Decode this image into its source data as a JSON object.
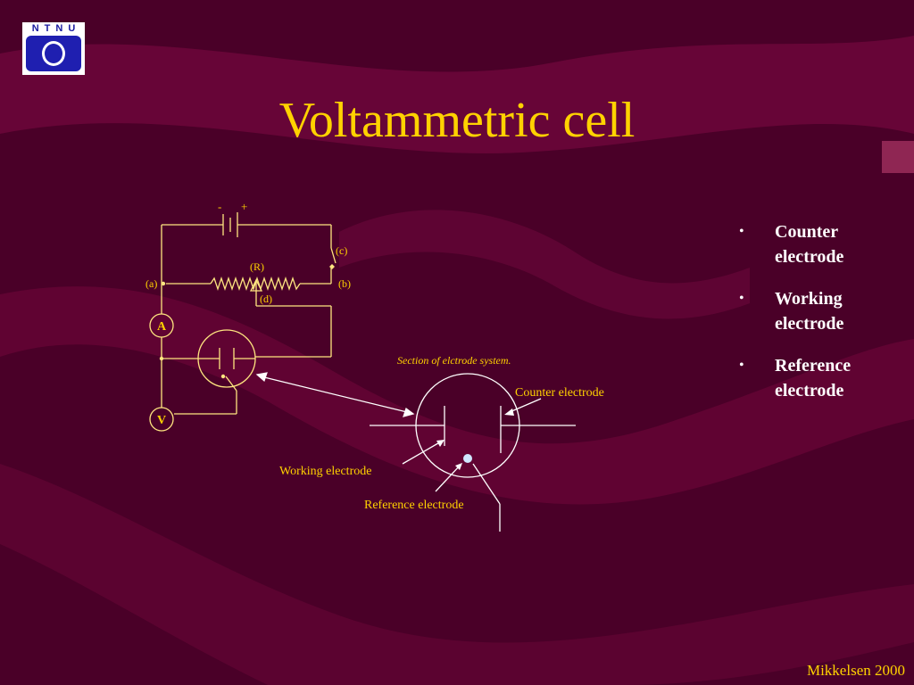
{
  "logo": {
    "text": "NTNU"
  },
  "slide": {
    "title": "Voltammetric cell"
  },
  "bullets": [
    {
      "line1": "Counter",
      "line2": "electrode"
    },
    {
      "line1": "Working",
      "line2": "electrode"
    },
    {
      "line1": "Reference",
      "line2": "electrode"
    }
  ],
  "circuit": {
    "minus": "-",
    "plus": "+",
    "label_c": "(c)",
    "label_r": "(R)",
    "label_a": "(a)",
    "label_b": "(b)",
    "label_d": "(d)",
    "ammeter": "A",
    "voltmeter": "V"
  },
  "electrode": {
    "caption": "Section of elctrode system.",
    "counter": "Counter electrode",
    "working": "Working electrode",
    "reference": "Reference electrode"
  },
  "footer": {
    "author": "Mikkelsen 2000"
  },
  "colors": {
    "background": "#4a0028",
    "title": "#ffd200",
    "lines": "#ffffff",
    "circuit_lines": "#ffe680"
  }
}
